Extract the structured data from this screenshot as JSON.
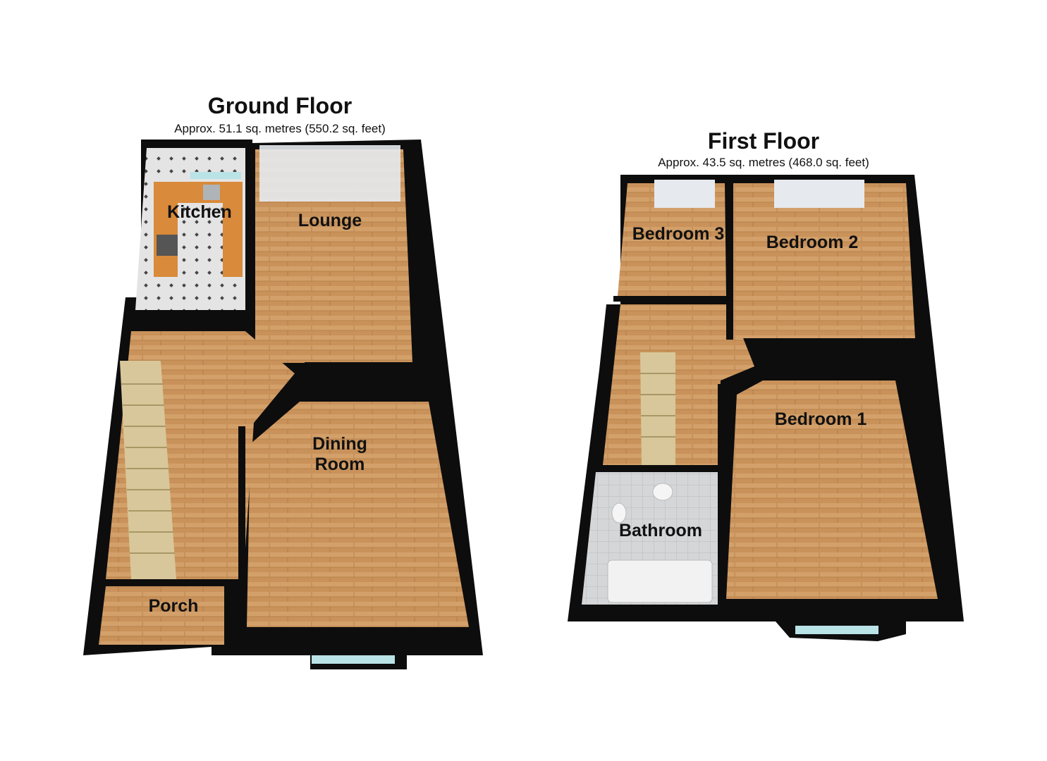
{
  "ground_floor": {
    "title": "Ground Floor",
    "area": "Approx. 51.1 sq. metres (550.2 sq. feet)",
    "rooms": {
      "kitchen": "Kitchen",
      "lounge": "Lounge",
      "dining_line1": "Dining",
      "dining_line2": "Room",
      "porch": "Porch"
    }
  },
  "first_floor": {
    "title": "First Floor",
    "area": "Approx. 43.5 sq. metres (468.0 sq. feet)",
    "rooms": {
      "bedroom3": "Bedroom 3",
      "bedroom2": "Bedroom 2",
      "bedroom1": "Bedroom 1",
      "bathroom": "Bathroom"
    }
  },
  "colors": {
    "wall": "#0d0d0d",
    "wood_floor": "#c9925a",
    "tile_floor": "#dcdcdc",
    "stairs": "#d8c79a",
    "worktop": "#d98a3a",
    "glass": "#b9e3e6"
  }
}
